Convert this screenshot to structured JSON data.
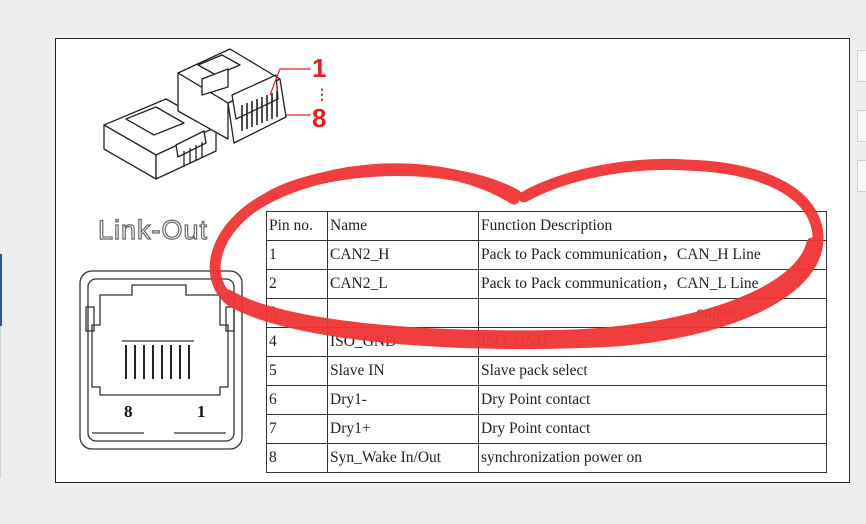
{
  "connector": {
    "pin_first": "1",
    "pin_ellipsis": "⋮",
    "pin_last": "8"
  },
  "port": {
    "title": "Link-Out",
    "pin_left": "8",
    "pin_right": "1"
  },
  "table": {
    "headers": [
      "Pin no.",
      "Name",
      "Function Description"
    ],
    "rows": [
      [
        "1",
        "CAN2_H",
        "Pack to Pack communication，CAN_H Line"
      ],
      [
        "2",
        "CAN2_L",
        "Pack to Pack communication，CAN_L Line"
      ],
      [
        "3",
        "",
        ",output"
      ],
      [
        "4",
        "ISO_GND",
        "ISO_GND"
      ],
      [
        "5",
        "Slave IN",
        "Slave pack select"
      ],
      [
        "6",
        "Dry1-",
        "Dry Point contact"
      ],
      [
        "7",
        "Dry1+",
        "Dry Point contact"
      ],
      [
        "8",
        "Syn_Wake In/Out",
        "synchronization power on"
      ]
    ]
  },
  "colors": {
    "scribble": "#f03434",
    "label_red": "#e02020",
    "accent_blue": "#2b579a"
  },
  "icons": [
    "rj45-plug-icon",
    "rj45-plug-rear-icon",
    "rj45-socket-icon"
  ]
}
